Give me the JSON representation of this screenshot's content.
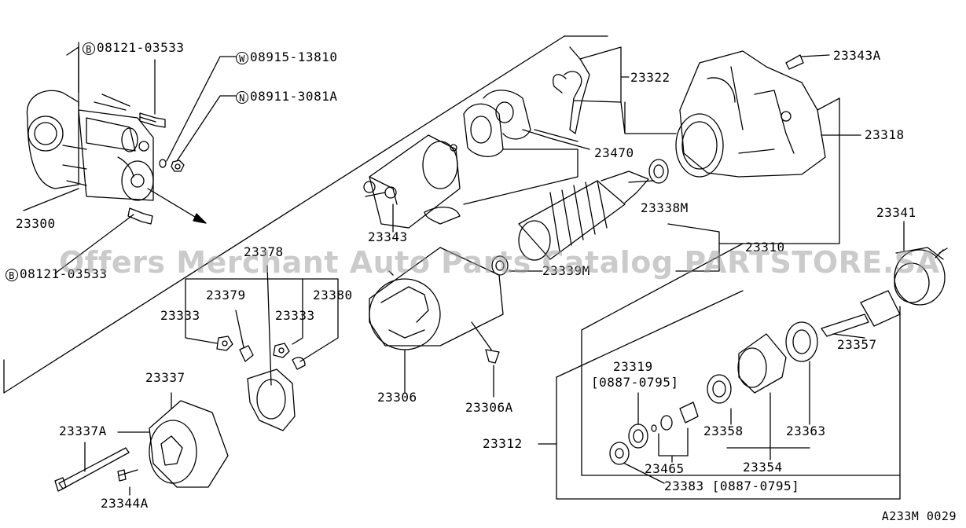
{
  "watermark": "Offers Merchant Auto Parts Catalog PARTSTORE.SA",
  "diagram_code": "A233M 0029",
  "labels": {
    "bolt_b1": {
      "prefix": "B",
      "number": "08121-03533"
    },
    "washer_w": {
      "prefix": "W",
      "number": "08915-13810"
    },
    "nut_n": {
      "prefix": "N",
      "number": "08911-3081A"
    },
    "bolt_b2": {
      "prefix": "B",
      "number": "08121-03533"
    },
    "p23300": "23300",
    "p23322": "23322",
    "p23343A": "23343A",
    "p23318": "23318",
    "p23470": "23470",
    "p23343": "23343",
    "p23338M": "23338M",
    "p23310": "23310",
    "p23341": "23341",
    "p23378": "23378",
    "p23379": "23379",
    "p23380": "23380",
    "p23333a": "23333",
    "p23333b": "23333",
    "p23339M": "23339M",
    "p23306": "23306",
    "p23306A": "23306A",
    "p23357": "23357",
    "p23319": "23319",
    "p23319_range": "[0887-0795]",
    "p23337": "23337",
    "p23337A": "23337A",
    "p23344A": "23344A",
    "p23312": "23312",
    "p23358": "23358",
    "p23363": "23363",
    "p23354": "23354",
    "p23465": "23465",
    "p23383": "23383 [0887-0795]"
  }
}
